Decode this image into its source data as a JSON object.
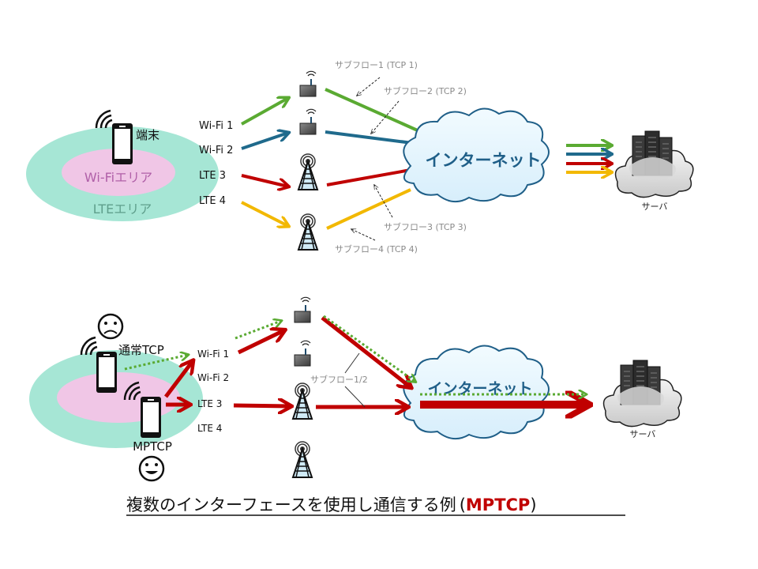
{
  "top": {
    "device_label": "端末",
    "wifi_area": "Wi-Fiエリア",
    "lte_area": "LTEエリア",
    "interfaces": [
      "Wi-Fi 1",
      "Wi-Fi 2",
      "LTE 3",
      "LTE 4"
    ],
    "subflows": [
      "サブフロー1 (TCP 1)",
      "サブフロー2 (TCP 2)",
      "サブフロー3 (TCP 3)",
      "サブフロー4 (TCP 4)"
    ],
    "internet": "インターネット",
    "server": "サーバ",
    "colors": {
      "wifi1": "#5aaa32",
      "wifi2": "#1f6a8c",
      "lte3": "#c00000",
      "lte4": "#f2b800"
    }
  },
  "bottom": {
    "normal_tcp": "通常TCP",
    "mptcp": "MPTCP",
    "interfaces": [
      "Wi-Fi 1",
      "Wi-Fi 2",
      "LTE 3",
      "LTE 4"
    ],
    "subflow": "サブフロー1/2",
    "internet": "インターネット",
    "server": "サーバ",
    "colors": {
      "mptcp": "#c00000",
      "tcp": "#5aaa32"
    }
  },
  "caption": {
    "text": "複数のインターフェースを使用し通信する例",
    "paren_open": "(",
    "highlight": "MPTCP",
    "paren_close": ")",
    "highlight_color": "#c00000"
  }
}
